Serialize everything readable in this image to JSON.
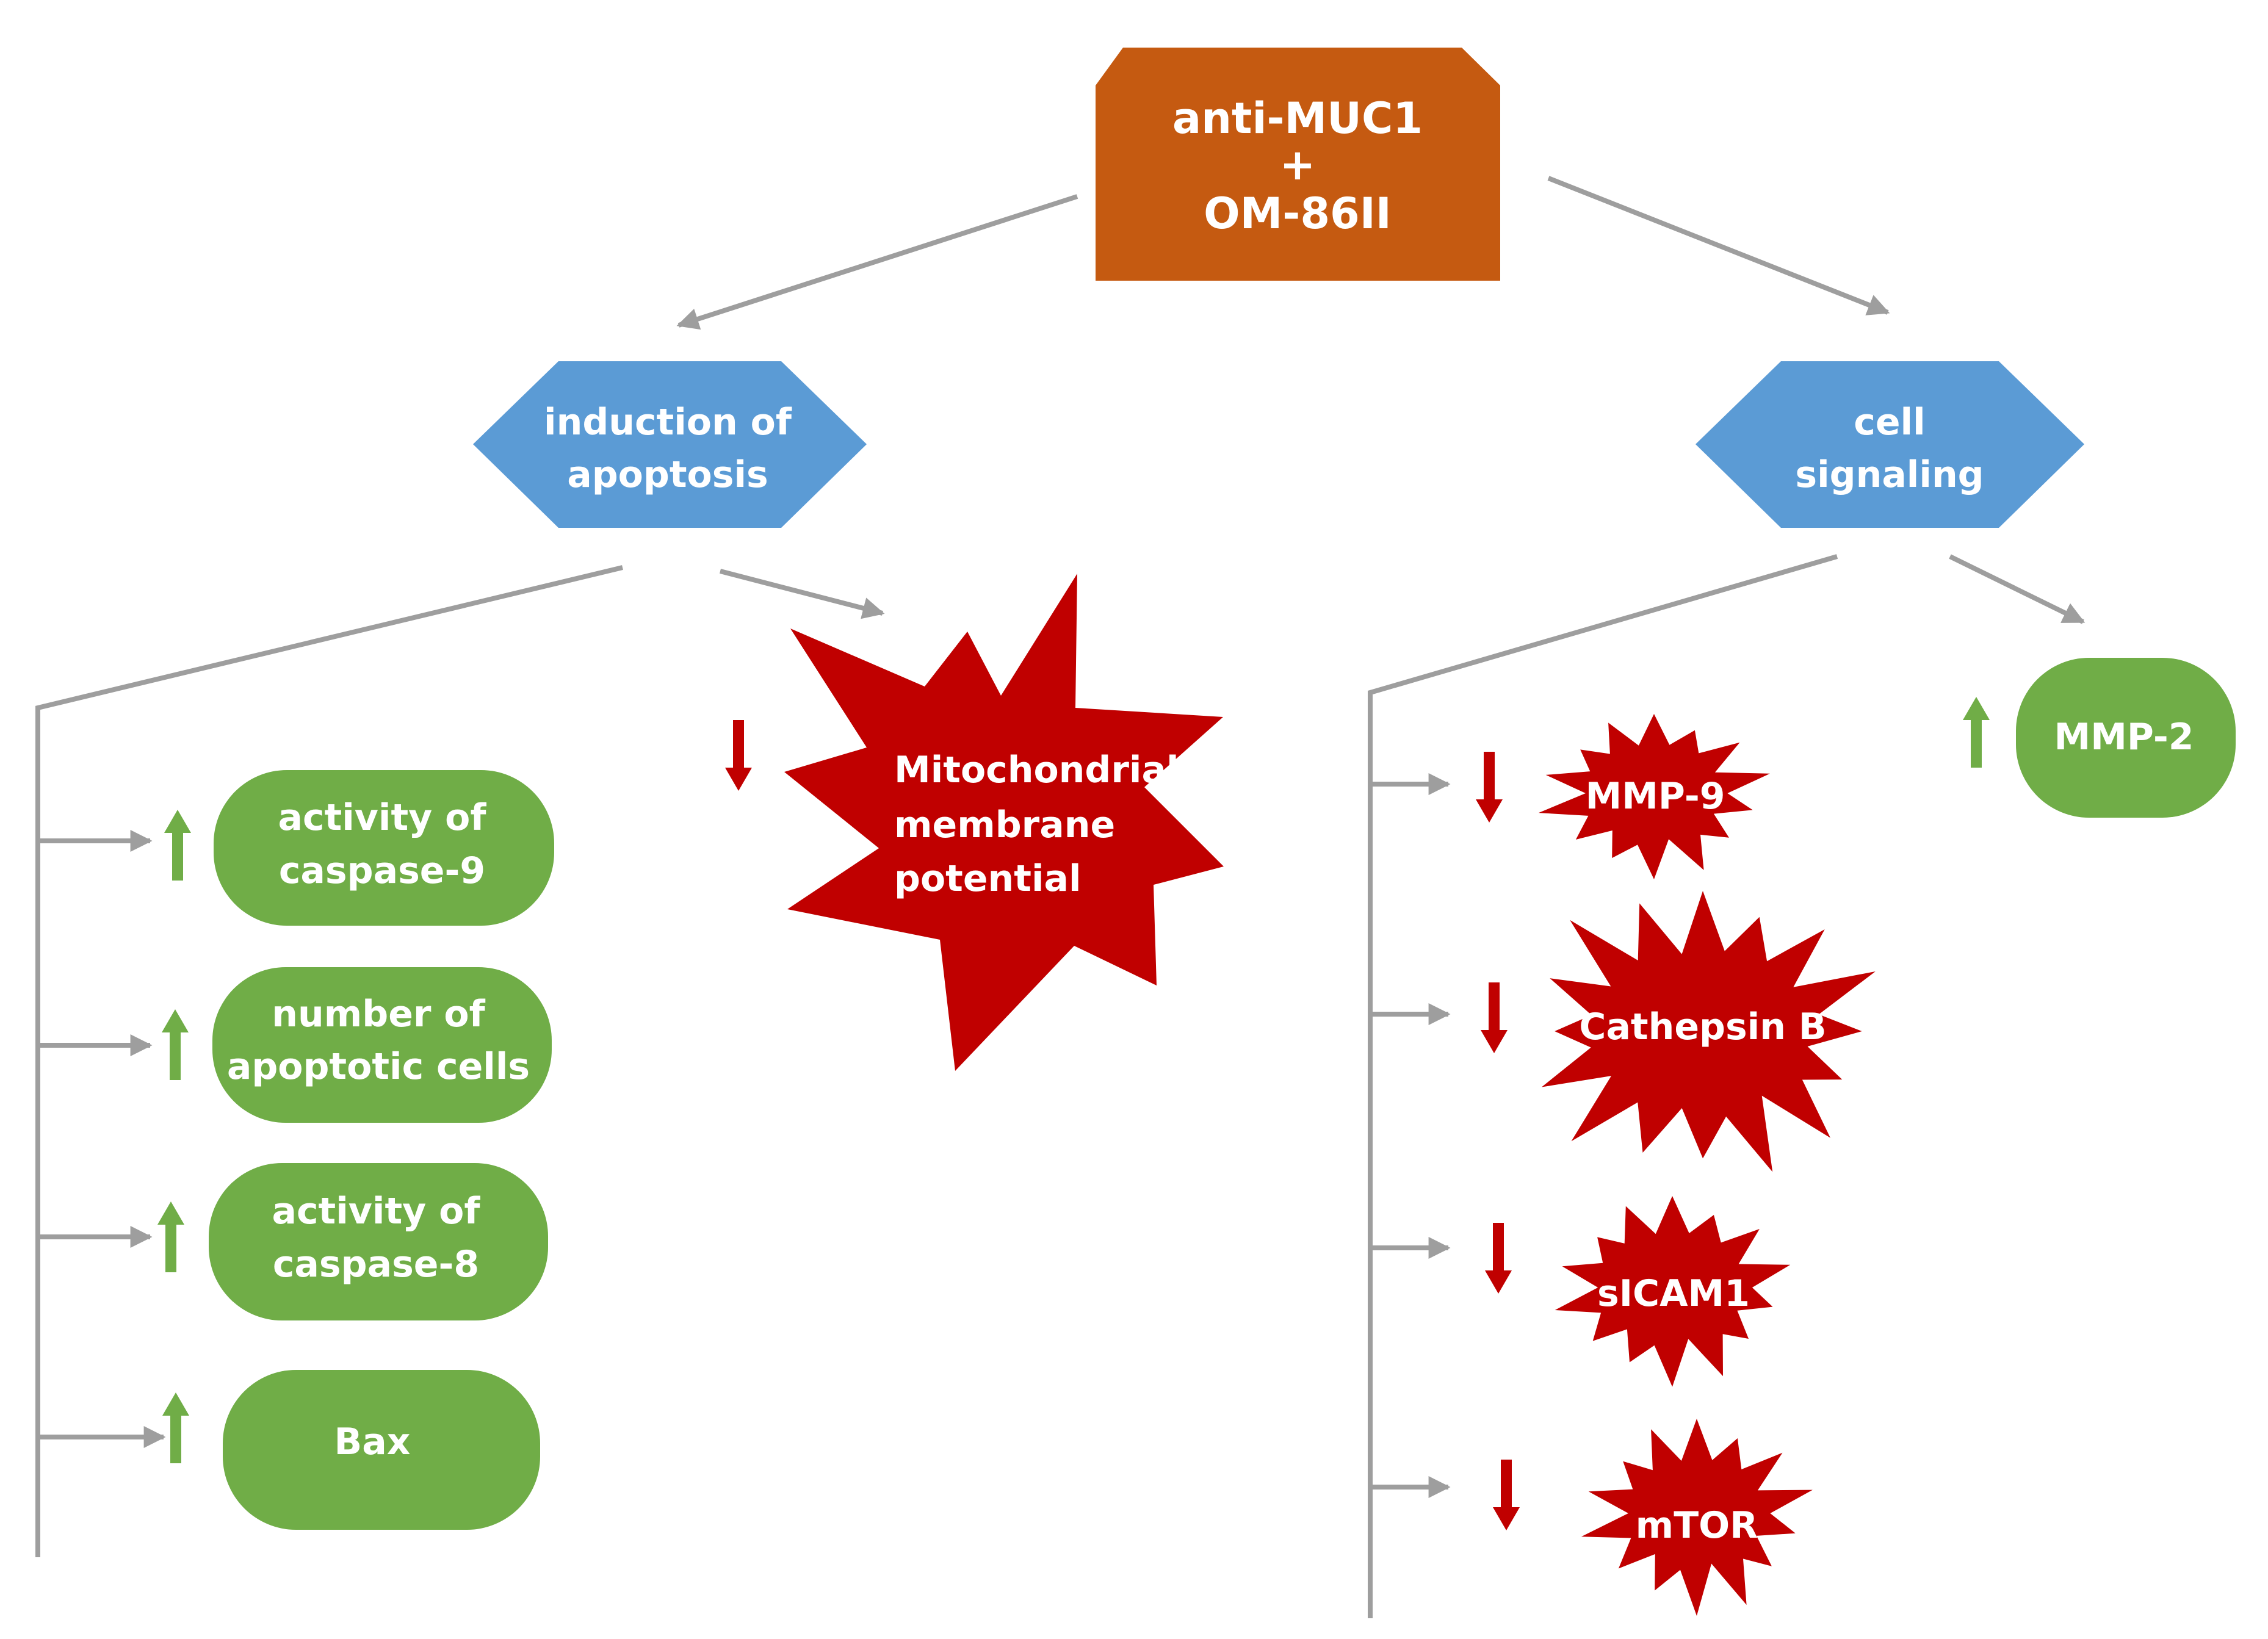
{
  "colors": {
    "root_fill": "#c55a11",
    "process_fill": "#5b9bd5",
    "increase_fill": "#70ad47",
    "decrease_fill": "#c00000",
    "up_arrow": "#70ad47",
    "down_arrow": "#c00000",
    "connector": "#9e9e9e"
  },
  "root": {
    "line1": "anti-MUC1",
    "line2": "+",
    "line3": "OM-86II"
  },
  "branches": {
    "apoptosis": {
      "line1": "induction of",
      "line2": "apoptosis"
    },
    "signaling": {
      "line1": "cell",
      "line2": "signaling"
    }
  },
  "apoptosis_effects": [
    {
      "line1": "activity of",
      "line2": "caspase-9",
      "direction": "up"
    },
    {
      "line1": "number of",
      "line2": "apoptotic cells",
      "direction": "up"
    },
    {
      "line1": "activity of",
      "line2": "caspase-8",
      "direction": "up"
    },
    {
      "line1": "Bax",
      "direction": "up"
    }
  ],
  "mitochondrial": {
    "line1": "Mitochondrial",
    "line2": "membrane",
    "line3": "potential",
    "direction": "down"
  },
  "signaling_effects": [
    {
      "label": "MMP-9",
      "direction": "down"
    },
    {
      "label": "Cathepsin B",
      "direction": "down"
    },
    {
      "label": "sICAM1",
      "direction": "down"
    },
    {
      "label": "mTOR",
      "direction": "down"
    }
  ],
  "mmp2": {
    "label": "MMP-2",
    "direction": "up"
  }
}
